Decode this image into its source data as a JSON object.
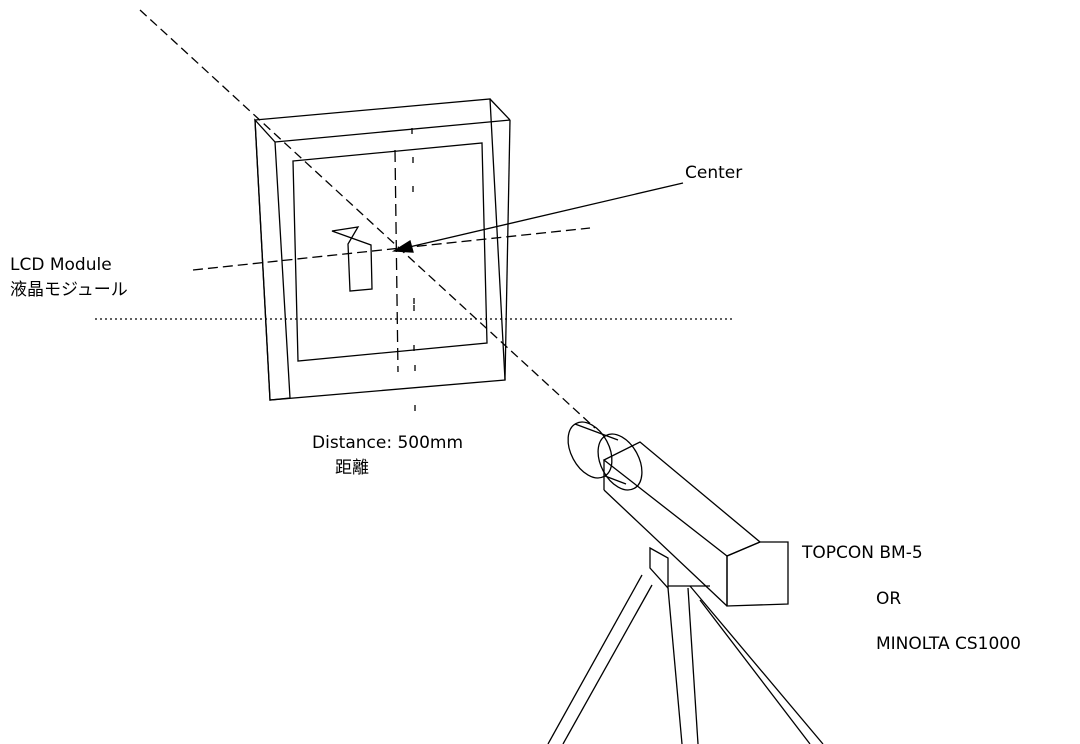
{
  "labels": {
    "center": "Center",
    "lcd_module_en": "LCD Module",
    "lcd_module_ja": "液晶モジュール",
    "distance_en": "Distance: 500mm",
    "distance_ja": "距離",
    "instrument_1": "TOPCON BM-5",
    "instrument_or": "OR",
    "instrument_2": "MINOLTA CS1000"
  }
}
